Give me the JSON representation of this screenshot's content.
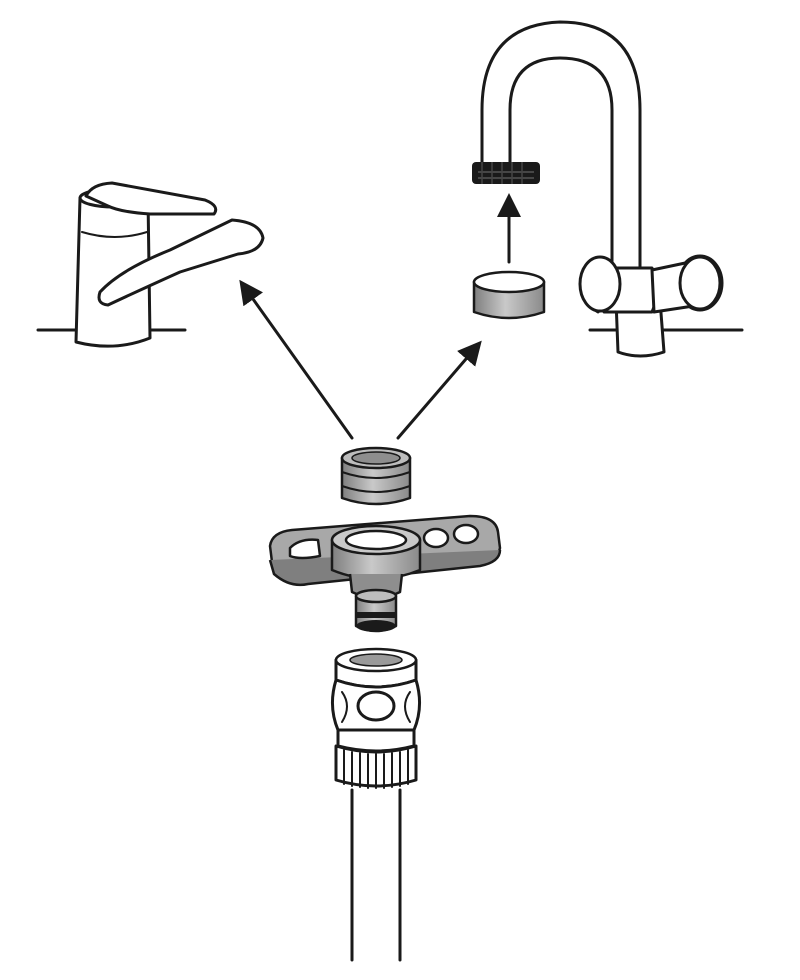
{
  "diagram": {
    "kind": "assembly-illustration",
    "colors": {
      "line": "#1a1a1a",
      "background": "#ffffff",
      "part_fill": "#a6a6a6",
      "part_fill_light": "#d4d4d4",
      "part_fill_dark": "#7a7a7a"
    },
    "parts": [
      "single-lever-mixer-tap",
      "swan-neck-pillar-tap",
      "threaded-tap-outlet",
      "aerator-insert",
      "threaded-tap-adapter",
      "adapter-spanner-key",
      "tap-connector-nipple",
      "quick-hose-connector",
      "garden-hose"
    ],
    "connections": [
      {
        "from": "threaded-tap-adapter",
        "to": "single-lever-mixer-tap"
      },
      {
        "from": "threaded-tap-adapter",
        "to": "aerator-insert"
      },
      {
        "from": "aerator-insert",
        "to": "threaded-tap-outlet"
      }
    ]
  }
}
